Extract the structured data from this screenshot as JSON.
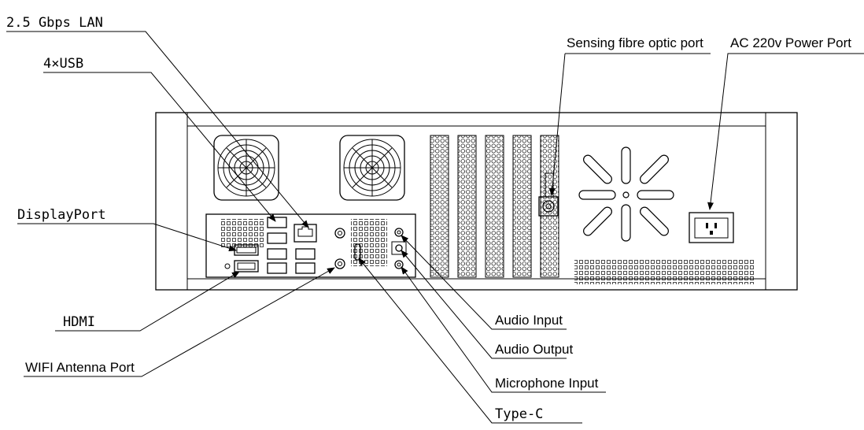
{
  "labels": {
    "lan": "2.5 Gbps LAN",
    "usb": "4×USB",
    "displayport": "DisplayPort",
    "hdmi": "HDMI",
    "wifi": "WIFI Antenna Port",
    "sensing": "Sensing fibre optic port",
    "power": "AC 220v Power Port",
    "audio_in": "Audio Input",
    "audio_out": "Audio Output",
    "mic": "Microphone Input",
    "typec": "Type-C"
  }
}
